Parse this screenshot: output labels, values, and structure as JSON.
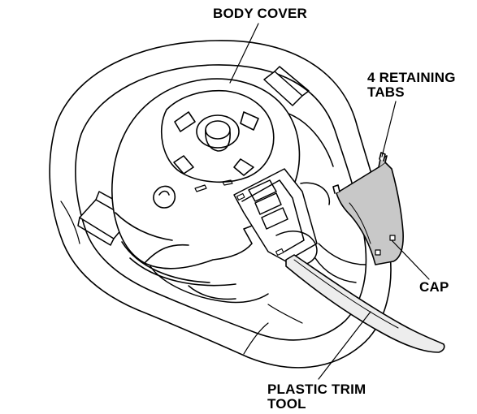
{
  "labels": {
    "body_cover": "BODY COVER",
    "retaining_tabs_line1": "4 RETAINING",
    "retaining_tabs_line2": "TABS",
    "cap": "CAP",
    "trim_tool_line1": "PLASTIC TRIM",
    "trim_tool_line2": "TOOL"
  },
  "colors": {
    "line": "#000000",
    "cap_fill": "#c8c8c8",
    "tool_fill": "#ededed",
    "background": "#ffffff"
  }
}
